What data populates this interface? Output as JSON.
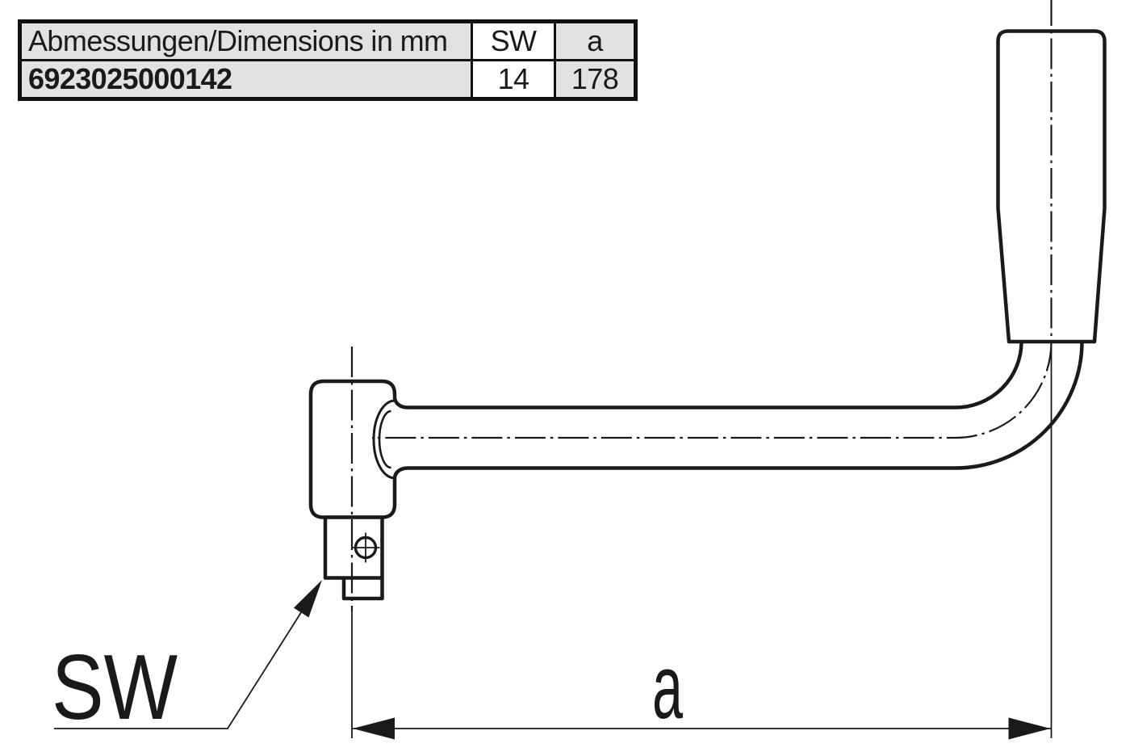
{
  "table": {
    "columns": [
      {
        "header": "Abmessungen/Dimensions in mm",
        "value": "6923025000142",
        "shaded": true
      },
      {
        "header": "SW",
        "value": "14",
        "shaded": false
      },
      {
        "header": "a",
        "value": "178",
        "shaded": true
      }
    ]
  },
  "drawing": {
    "sw_label": "SW",
    "a_label": "a",
    "part": "crank-handle-side-view"
  },
  "colors": {
    "line": "#1a1a1a",
    "table_border": "#111111",
    "table_shaded_cell": "#e2e2e2",
    "table_plain_cell": "#ffffff",
    "background": "#ffffff"
  }
}
